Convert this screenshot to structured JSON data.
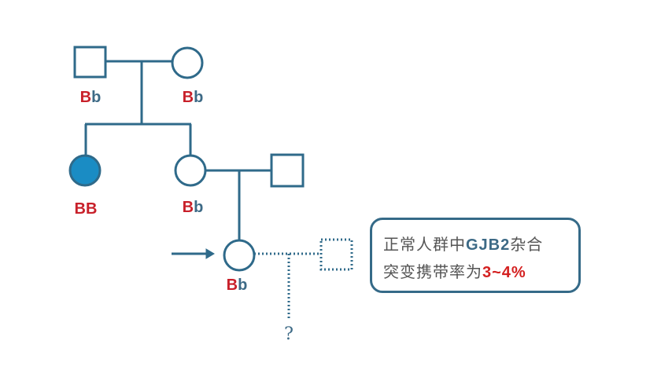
{
  "colors": {
    "line": "#2f6a8a",
    "affected_fill": "#1a8cc4",
    "dominant_allele": "#c8202a",
    "recessive_allele": "#3d6a86",
    "highlight": "#d42020"
  },
  "generation1": {
    "father": {
      "sym_dominant": "B",
      "sym_recessive": "b"
    },
    "mother": {
      "sym_dominant": "B",
      "sym_recessive": "b"
    }
  },
  "generation2": {
    "affected_daughter": {
      "sym_1": "B",
      "sym_2": "B"
    },
    "daughter": {
      "sym_dominant": "B",
      "sym_recessive": "b"
    }
  },
  "proband": {
    "sym_dominant": "B",
    "sym_recessive": "b"
  },
  "offspring_label": "?",
  "note": {
    "line1_prefix": "正常人群中",
    "line1_gene": "GJB2",
    "line1_suffix": "杂合",
    "line2_prefix": "突变携带率为",
    "line2_value": "3~4%"
  }
}
